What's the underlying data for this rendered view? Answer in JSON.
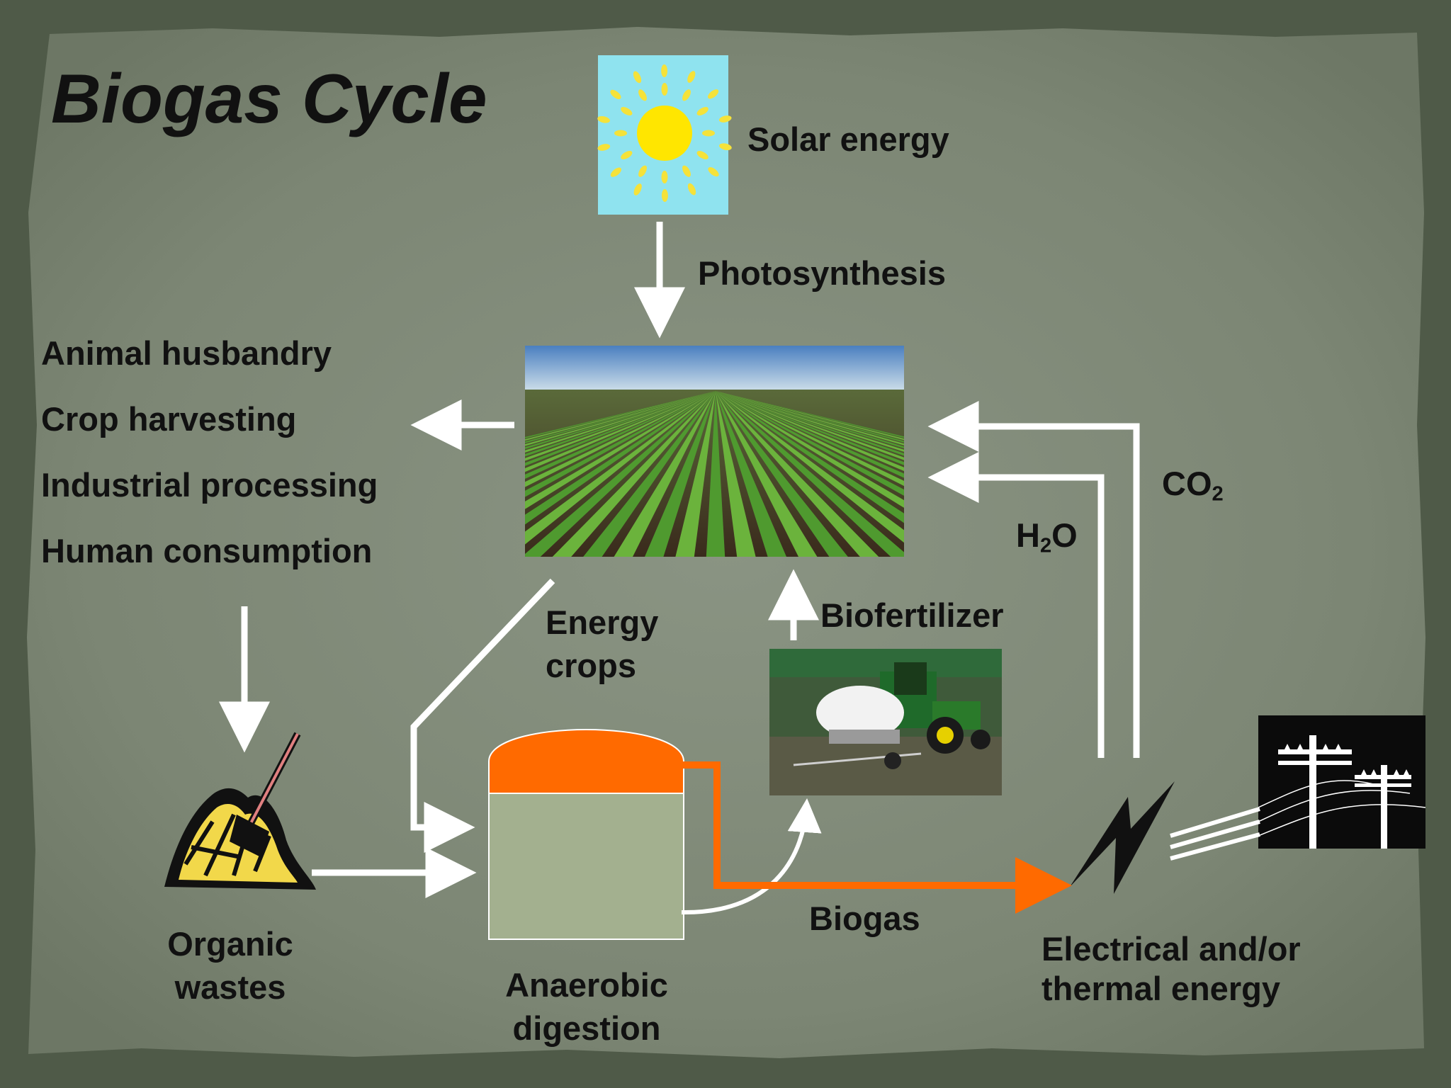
{
  "title": "Biogas Cycle",
  "labels": {
    "solar_energy": "Solar energy",
    "photosynthesis": "Photosynthesis",
    "uses": [
      "Animal husbandry",
      "Crop harvesting",
      "Industrial processing",
      "Human consumption"
    ],
    "energy_crops_1": "Energy",
    "energy_crops_2": "crops",
    "biofertilizer": "Biofertilizer",
    "co2_main": "CO",
    "co2_sub": "2",
    "h2o_main": "H",
    "h2o_sub": "2",
    "h2o_end": "O",
    "biogas": "Biogas",
    "organic_1": "Organic",
    "organic_2": "wastes",
    "anaerobic_1": "Anaerobic",
    "anaerobic_2": "digestion",
    "electrical_1": "Electrical and/or",
    "electrical_2": "thermal energy"
  },
  "colors": {
    "background": "#7f8a78",
    "frame": "#4f5a48",
    "arrow": "#ffffff",
    "biogas_arrow": "#ff6a00",
    "digester_top": "#ff6a00",
    "digester_body": "#a3b08f",
    "sky": "#8fe3ef",
    "sun": "#ffe600",
    "text": "#111111"
  },
  "icons": [
    "sun-icon",
    "crop-field-image",
    "tractor-image",
    "waste-pile-icon",
    "lightning-icon",
    "power-pole-icon"
  ]
}
